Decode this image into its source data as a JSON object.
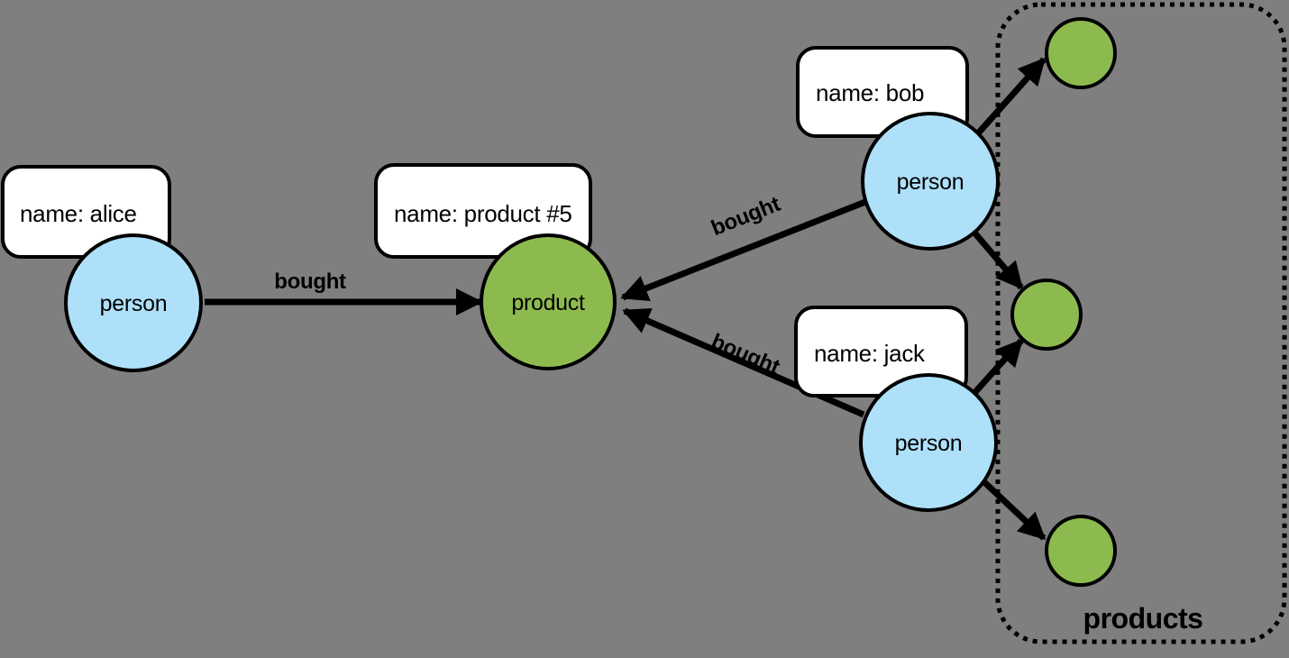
{
  "colors": {
    "background": "#7f7f7f",
    "person_fill": "#aee0f9",
    "product_fill": "#8dba4e",
    "node_stroke": "#000000",
    "label_box_fill": "#ffffff",
    "edge_color": "#000000",
    "text_color": "#000000"
  },
  "nodes": {
    "alice": {
      "type_label": "person",
      "property": "name: alice"
    },
    "bob": {
      "type_label": "person",
      "property": "name: bob"
    },
    "jack": {
      "type_label": "person",
      "property": "name: jack"
    },
    "product5": {
      "type_label": "product",
      "property": "name: product #5"
    }
  },
  "edges": {
    "alice_to_product": {
      "label": "bought"
    },
    "bob_to_product": {
      "label": "bought"
    },
    "jack_to_product": {
      "label": "bought"
    }
  },
  "products_group": {
    "label": "products",
    "unnamed_product_count": 3
  }
}
